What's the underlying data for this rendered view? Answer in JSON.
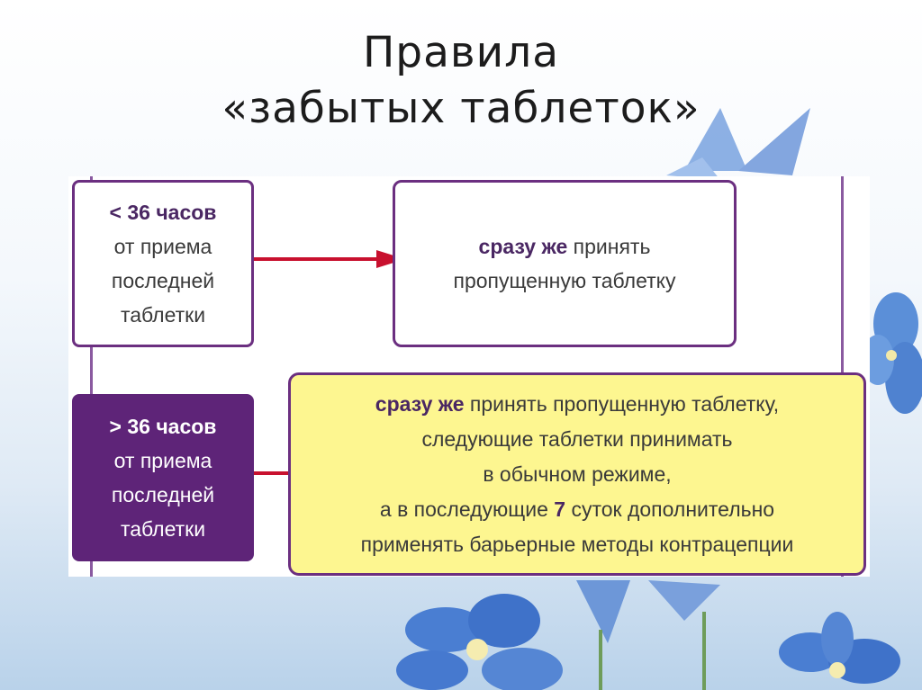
{
  "title": {
    "line1": "Правила",
    "line2": "«забытых таблеток»"
  },
  "rules": [
    {
      "condition": {
        "threshold": "< 36 часов",
        "line2": "от приема",
        "line3": "последней",
        "line4": "таблетки"
      },
      "action": {
        "emphasis": "сразу же",
        "line1_rest": " принять",
        "line2": "пропущенную таблетку"
      }
    },
    {
      "condition": {
        "threshold": "> 36 часов",
        "line2": "от приема",
        "line3": "последней",
        "line4": "таблетки"
      },
      "action": {
        "emphasis": "сразу же",
        "line1_rest": " принять пропущенную таблетку,",
        "line2": "следующие таблетки принимать",
        "line3": "в обычном режиме,",
        "line4_pre": "а в последующие ",
        "line4_num": "7",
        "line4_post": " суток дополнительно",
        "line5": "применять барьерные методы контрацепции"
      }
    }
  ],
  "colors": {
    "purple": "#6b2f80",
    "dark_purple": "#5e2478",
    "yellow": "#fdf690",
    "arrow_red": "#c8102e"
  },
  "icons": [
    "flower-icon",
    "arrow-right-icon"
  ]
}
